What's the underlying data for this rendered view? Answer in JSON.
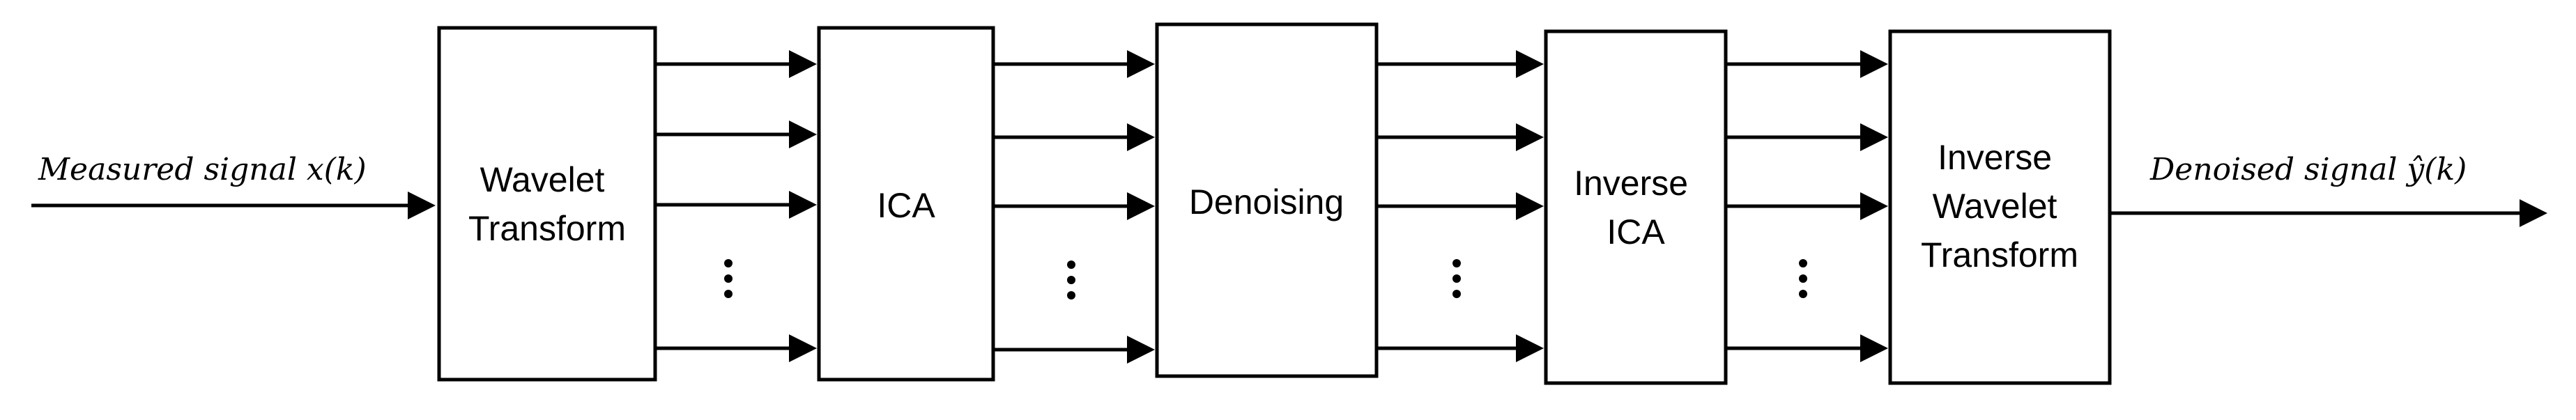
{
  "input_label": "Measured signal x(k)",
  "output_label": "Denoised signal ŷ(k)",
  "blocks": [
    {
      "id": "wavelet-transform",
      "lines": [
        "Wavelet",
        "Transform"
      ]
    },
    {
      "id": "ica",
      "lines": [
        "ICA"
      ]
    },
    {
      "id": "denoising",
      "lines": [
        "Denoising"
      ]
    },
    {
      "id": "inverse-ica",
      "lines": [
        "Inverse",
        "ICA"
      ]
    },
    {
      "id": "inverse-wavelet-transform",
      "lines": [
        "Inverse",
        "Wavelet",
        "Transform"
      ]
    }
  ],
  "colors": {
    "stroke": "#000000",
    "background": "#ffffff"
  }
}
